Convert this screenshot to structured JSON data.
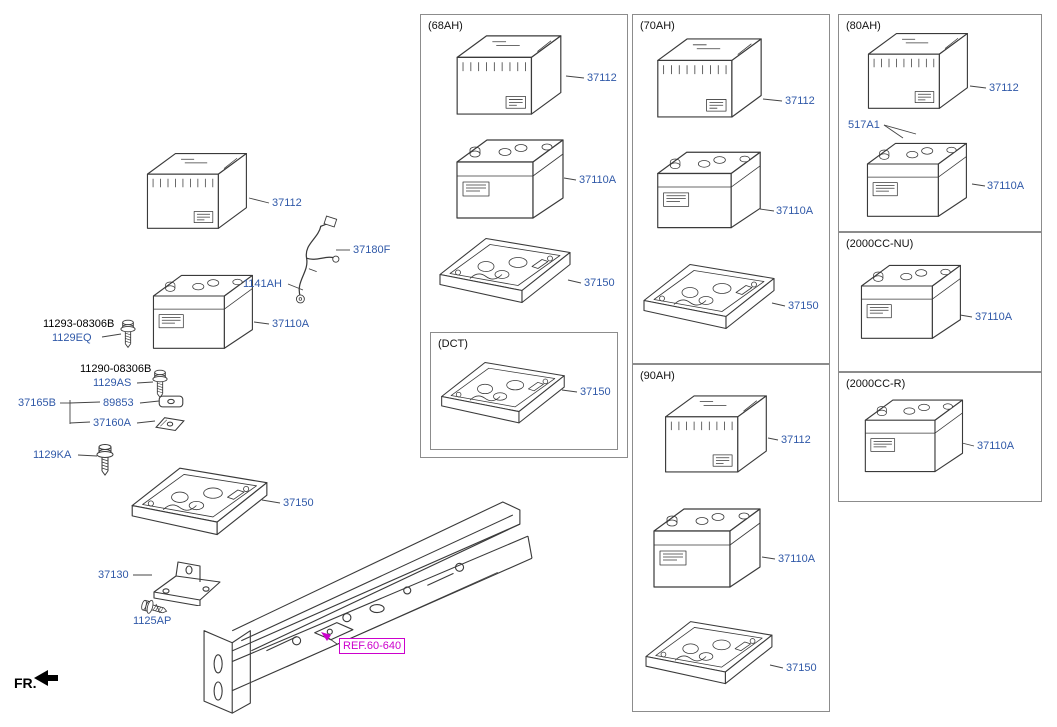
{
  "palette": {
    "label_blue": "#3059a8",
    "text_black": "#000000",
    "ref_magenta": "#cc00cc",
    "line_gray": "#3a3a3a",
    "panel_border": "#8c8c8c"
  },
  "main": {
    "case": "37112",
    "harness": "37180F",
    "clip": "1141AH",
    "battery": "37110A",
    "bolt1_code": "11293-08306B",
    "bolt1": "1129EQ",
    "bolt2_code": "11290-08306B",
    "bolt2": "1129AS",
    "group": "37165B",
    "pad": "89853",
    "clamp": "37160A",
    "bolt3": "1129KA",
    "tray": "37150",
    "bracket": "37130",
    "bracket_bolt": "1125AP",
    "ref": "REF.60-640",
    "fr": "FR."
  },
  "panels": {
    "p68": {
      "title": "(68AH)",
      "case": "37112",
      "battery": "37110A",
      "tray": "37150",
      "dct_title": "(DCT)",
      "dct_tray": "37150"
    },
    "p70": {
      "title": "(70AH)",
      "case": "37112",
      "battery": "37110A",
      "tray": "37150"
    },
    "p90": {
      "title": "(90AH)",
      "case": "37112",
      "battery": "37110A",
      "tray": "37150"
    },
    "p80": {
      "title": "(80AH)",
      "sensor": "517A1",
      "case": "37112",
      "battery": "37110A"
    },
    "p2000nu": {
      "title": "(2000CC-NU)",
      "battery": "37110A"
    },
    "p2000r": {
      "title": "(2000CC-R)",
      "battery": "37110A"
    }
  }
}
